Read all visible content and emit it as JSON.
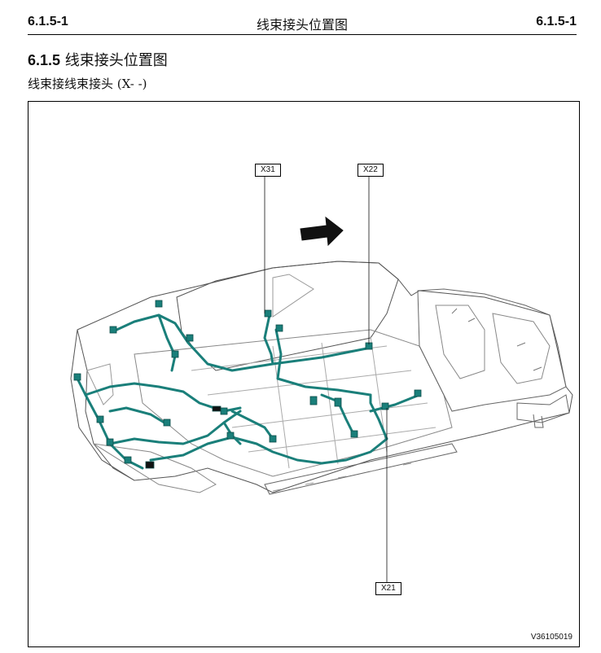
{
  "header": {
    "left": "6.1.5-1",
    "center": "线束接头位置图",
    "right": "6.1.5-1"
  },
  "section": {
    "number": "6.1.5",
    "title": "线束接头位置图"
  },
  "subtitle": "线束接线束接头 (X- -)",
  "figure": {
    "callouts": [
      "X31",
      "X22",
      "X21"
    ],
    "figure_id": "V36105019",
    "harness_color": "#1a7f7a"
  }
}
